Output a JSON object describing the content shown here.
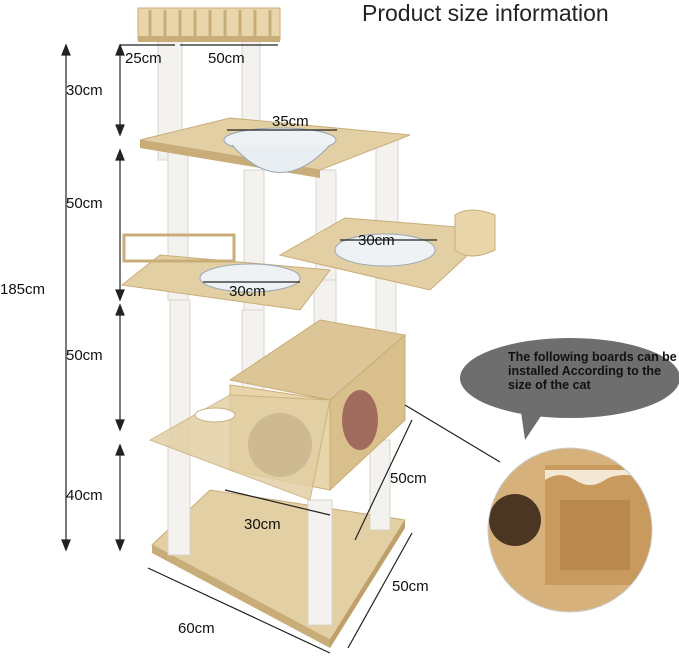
{
  "title": "Product size information",
  "dimensions": {
    "top_depth": "25cm",
    "top_width": "50cm",
    "bowl_top": "35cm",
    "bowl_side": "30cm",
    "bowl_mid": "30cm",
    "cabinet_depth": "50cm",
    "cabinet_width": "30cm",
    "base_width": "60cm",
    "base_depth": "50cm",
    "height_1": "30cm",
    "height_2": "50cm",
    "height_3": "50cm",
    "height_4": "40cm",
    "total_height": "185cm"
  },
  "callout": {
    "text": "The following boards can be installed According to the size of the cat"
  },
  "colors": {
    "wood": "#e2cfa4",
    "wood_dark": "#c9ad78",
    "post": "#f4f2ee",
    "bubble": "#6e6e6e"
  }
}
